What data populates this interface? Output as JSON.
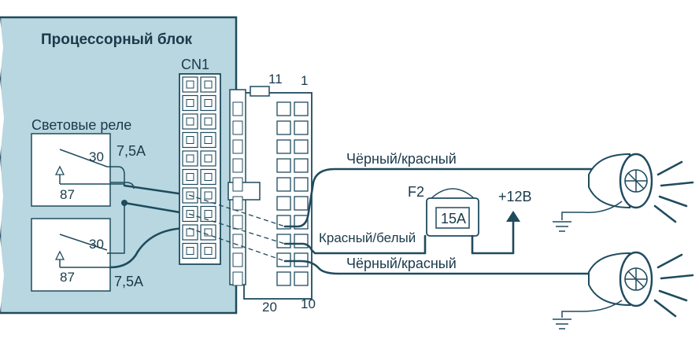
{
  "block": {
    "title": "Процессорный блок",
    "connector": "CN1"
  },
  "relays": {
    "title": "Световые реле",
    "top": {
      "fuse": "7,5A",
      "pin_a": "30",
      "pin_b": "87"
    },
    "bottom": {
      "fuse": "7,5A",
      "pin_a": "30",
      "pin_b": "87"
    }
  },
  "connector_pins": {
    "top_left": "11",
    "top_right": "1",
    "bottom_left": "20",
    "bottom_right": "10"
  },
  "wires": {
    "top": "Чёрный/красный",
    "middle": "Красный/белый",
    "bottom": "Чёрный/красный"
  },
  "fuse": {
    "name": "F2",
    "rating": "15A"
  },
  "supply": "+12В",
  "icons": [
    "headlight-icon",
    "ground-icon",
    "relay-switch-icon",
    "fuse-icon",
    "arrow-up-icon"
  ]
}
